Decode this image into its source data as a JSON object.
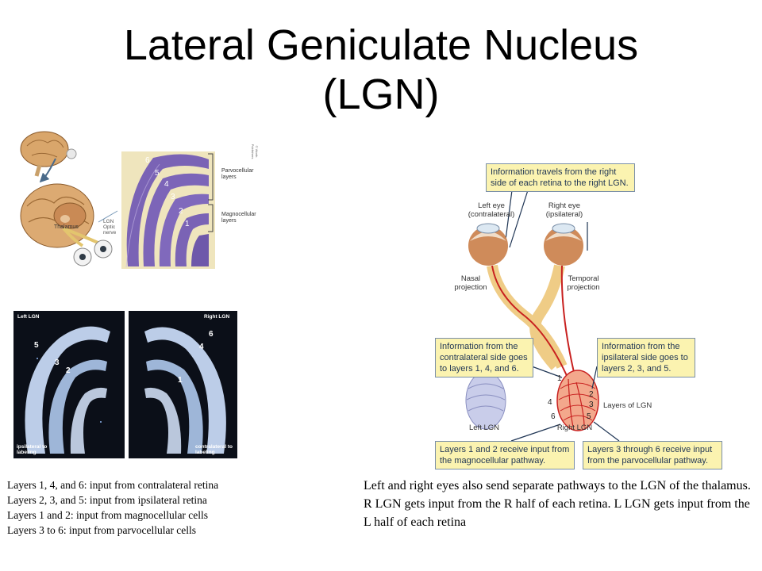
{
  "slide": {
    "title_line1": "Lateral Geniculate Nucleus",
    "title_line2": "(LGN)"
  },
  "brain_figure": {
    "thalamus_label": "Thalamus",
    "lgn_label": "LGN",
    "optic_nerve_label": "Optic nerve",
    "parvocellular_label": "Parvocellular layers",
    "magnocellular_label": "Magnocellular layers",
    "credit": "© Worth Publishers",
    "layer_numbers": [
      "6",
      "5",
      "4",
      "3",
      "2",
      "1"
    ]
  },
  "micrographs": {
    "left_title": "Left LGN",
    "right_title": "Right LGN",
    "left_caption": "ipsilateral to labeling",
    "right_caption": "contralateral to labeling",
    "left_numbers": [
      "5",
      "3",
      "2"
    ],
    "right_numbers": [
      "6",
      "4",
      "1"
    ]
  },
  "pathway_diagram": {
    "top_callout": "Information travels from the right side of each retina to the right LGN.",
    "left_eye": "Left eye (contralateral)",
    "right_eye": "Right eye (ipsilateral)",
    "nasal": "Nasal projection",
    "temporal": "Temporal projection",
    "contralateral_callout": "Information from the contralateral side goes to layers 1, 4, and 6.",
    "ipsilateral_callout": "Information from the ipsilateral side goes to layers 2, 3, and 5.",
    "layers_of_lgn": "Layers of LGN",
    "left_lgn": "Left LGN",
    "right_lgn": "Right LGN",
    "magno_callout": "Layers 1 and 2 receive input from the magnocellular pathway.",
    "parvo_callout": "Layers 3 through 6 receive input from the parvocellular pathway.",
    "layer_numbers": {
      "n1": "1",
      "n2": "2",
      "n3": "3",
      "n4": "4",
      "n5": "5",
      "n6": "6"
    }
  },
  "notes": [
    "Layers 1, 4, and 6: input from contralateral retina",
    "Layers 2, 3, and 5: input from ipsilateral retina",
    "Layers 1 and 2: input from magnocellular cells",
    "Layers 3 to 6: input from parvocellular cells"
  ],
  "paragraph": "Left and right eyes also send separate pathways to the LGN of the thalamus. R LGN gets input from the R half of each retina. L LGN gets input from the L half of each retina"
}
